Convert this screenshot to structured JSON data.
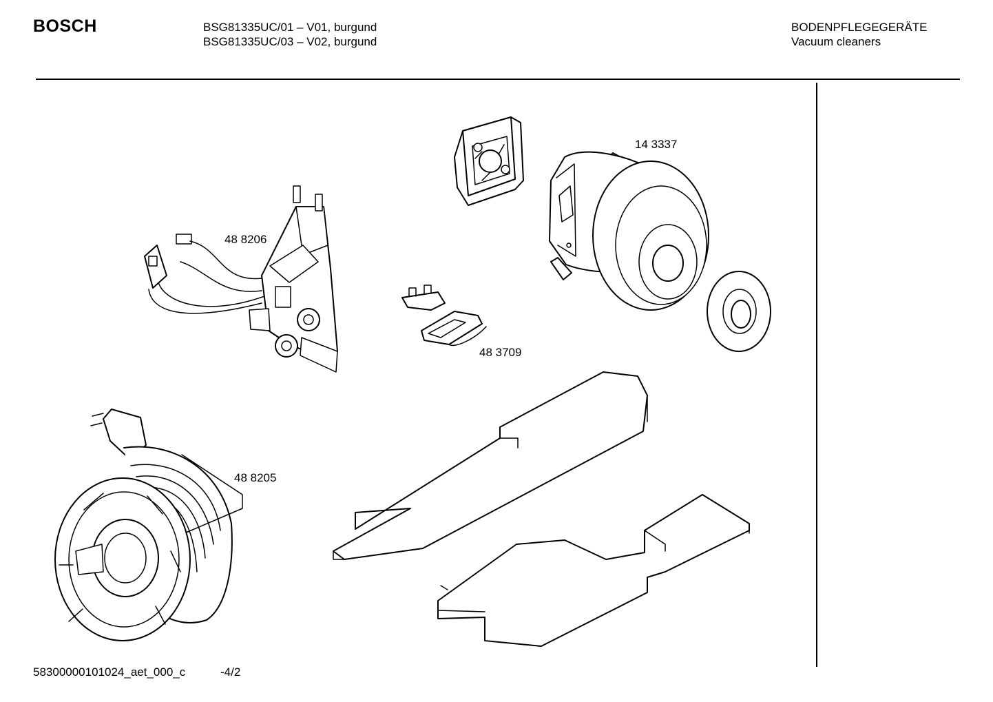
{
  "header": {
    "brand": "BOSCH",
    "model_lines": [
      "BSG81335UC/01 – V01, burgund",
      "BSG81335UC/03 – V02, burgund"
    ],
    "category_lines": [
      "BODENPFLEGEGERÄTE",
      "Vacuum cleaners"
    ]
  },
  "parts": [
    {
      "id": "motor-filter-pad",
      "label": ""
    },
    {
      "id": "motor",
      "label": "14 3337"
    },
    {
      "id": "motor-ring",
      "label": ""
    },
    {
      "id": "electronic-module",
      "label": "48 8206"
    },
    {
      "id": "switch-holder",
      "label": "48 3709"
    },
    {
      "id": "cable-reel",
      "label": "48 8205"
    },
    {
      "id": "foam-strip-upper",
      "label": ""
    },
    {
      "id": "foam-strip-lower",
      "label": ""
    }
  ],
  "footer": {
    "doc_id": "58300000101024_aet_000_c",
    "page": "-4/2"
  }
}
